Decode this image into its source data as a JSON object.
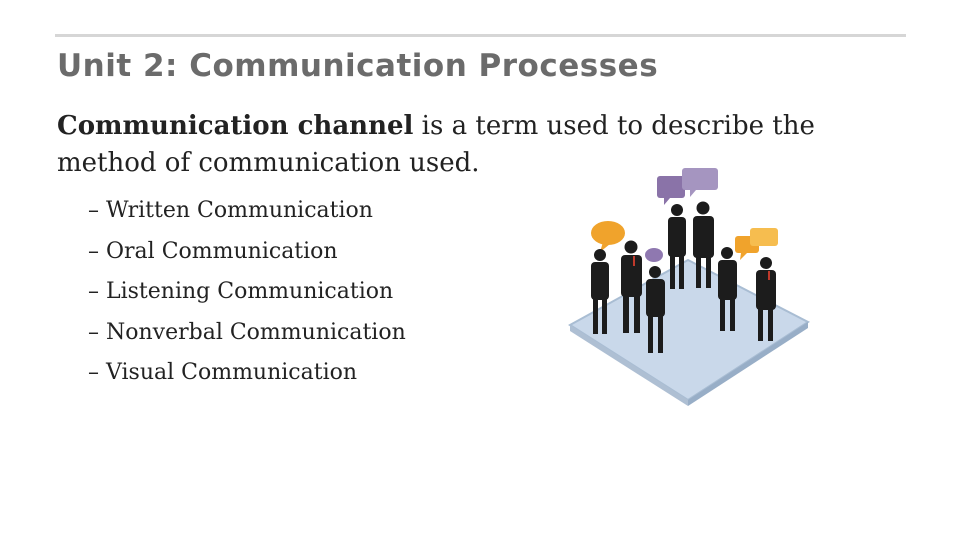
{
  "slide": {
    "title": "Unit 2: Communication Processes",
    "intro_term": "Communication channel",
    "intro_rest_line1": " is a term used to describe the",
    "intro_rest_line2": "method of communication used.",
    "bullets": [
      "– Written Communication",
      "– Oral Communication",
      "– Listening Communication",
      "– Nonverbal Communication",
      "– Visual Communication"
    ]
  },
  "illustration": {
    "icon": "business-people-speech-bubbles-icon",
    "colors": {
      "platform": "#c9d8ea",
      "platform_edge": "#9fb4cc",
      "silhouette": "#1c1c1c",
      "bubble_purple": "#8a73a8",
      "bubble_orange": "#f0a32c"
    }
  }
}
